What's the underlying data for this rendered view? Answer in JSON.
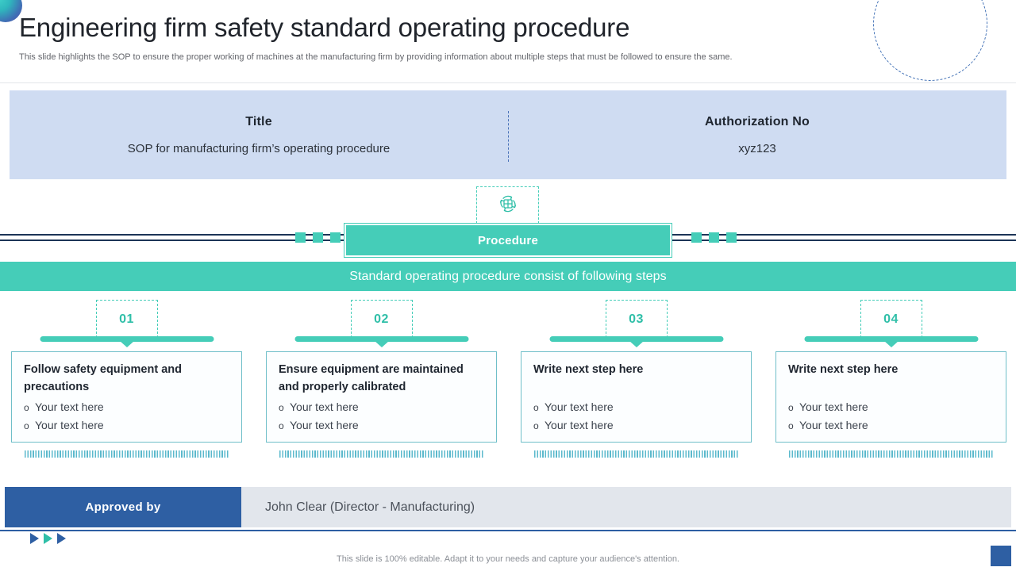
{
  "header": {
    "title": "Engineering firm safety standard operating procedure",
    "subtitle": "This slide highlights the SOP to ensure the proper working of machines at the manufacturing firm by providing information about multiple steps that must be followed to ensure the same."
  },
  "info_band": {
    "title_label": "Title",
    "title_value": "SOP for manufacturing firm’s operating procedure",
    "auth_label": "Authorization  No",
    "auth_value": "xyz123"
  },
  "procedure": {
    "icon": "process-cycle-icon",
    "badge_label": "Procedure"
  },
  "steps_banner": {
    "label": "Standard operating procedure consist of following steps"
  },
  "steps": [
    {
      "number": "01",
      "title": "Follow safety equipment and precautions",
      "single_line": false,
      "bullets": [
        "Your text here",
        "Your text here"
      ]
    },
    {
      "number": "02",
      "title": "Ensure equipment are maintained and properly calibrated",
      "single_line": false,
      "bullets": [
        "Your text here",
        "Your text here"
      ]
    },
    {
      "number": "03",
      "title": "Write next step here",
      "single_line": true,
      "bullets": [
        "Your text here",
        "Your text here"
      ]
    },
    {
      "number": "04",
      "title": "Write next step here",
      "single_line": true,
      "bullets": [
        "Your text here",
        "Your text here"
      ]
    }
  ],
  "bullet_marker": "o",
  "approved": {
    "label": "Approved by",
    "value": "John Clear (Director - Manufacturing)"
  },
  "footer": {
    "note": "This slide is 100% editable. Adapt it to your needs and capture your audience's attention."
  },
  "colors": {
    "teal": "#45cdb8",
    "teal_text": "#2fbfa8",
    "navy": "#2e5fa3",
    "rail": "#1d3557",
    "band": "#cfdcf2",
    "card_border": "#6fbfc9",
    "stripe": "#5bb9cc"
  }
}
